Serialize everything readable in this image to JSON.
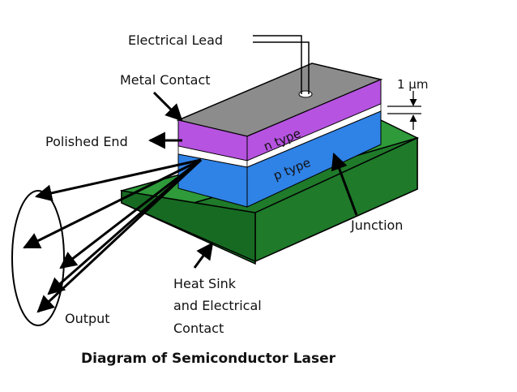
{
  "diagram": {
    "title": "Diagram of Semiconductor Laser",
    "labels": {
      "electrical_lead": "Electrical Lead",
      "metal_contact": "Metal Contact",
      "polished_end": "Polished End",
      "n_type": "n type",
      "p_type": "p type",
      "junction": "Junction",
      "thickness": "1 μm",
      "output": "Output",
      "heat_sink_line1": "Heat Sink",
      "heat_sink_line2": "and Electrical",
      "heat_sink_line3": "Contact"
    },
    "colors": {
      "n_type": "#b653e0",
      "p_type": "#2f82e6",
      "junction": "#ffffff",
      "metal_contact": "#8c8c8c",
      "heat_sink": "#1f7a2a"
    }
  }
}
